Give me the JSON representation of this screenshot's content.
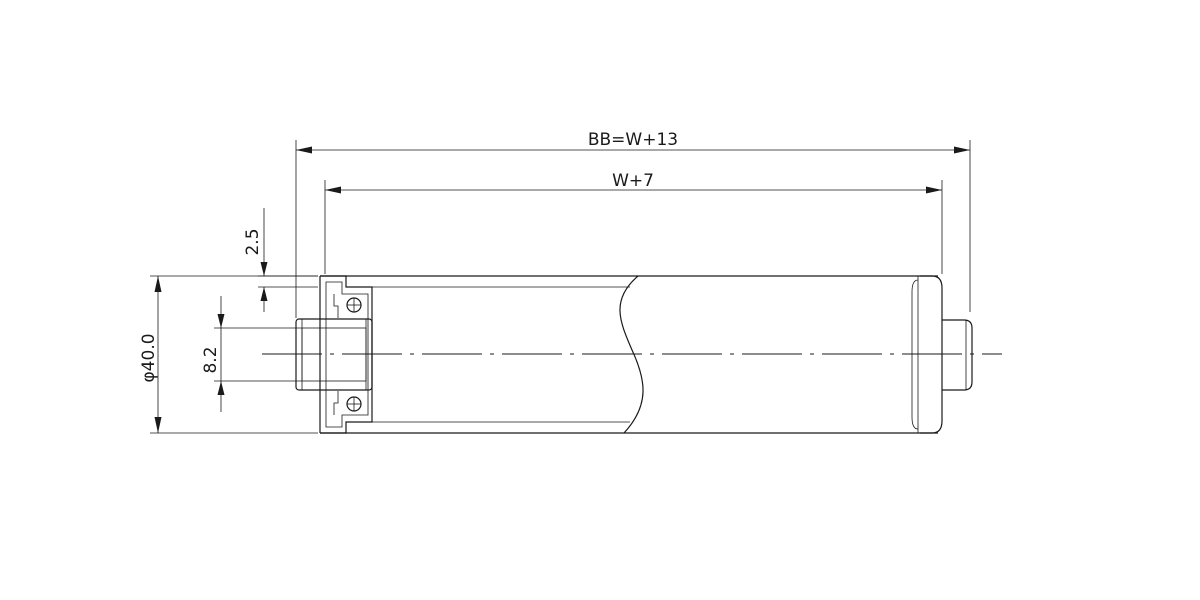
{
  "dimensions": {
    "overall_length": "BB=W+13",
    "tube_length": "W+7",
    "flange_offset": "2.5",
    "bore": "8.2",
    "diameter": "φ40.0"
  }
}
